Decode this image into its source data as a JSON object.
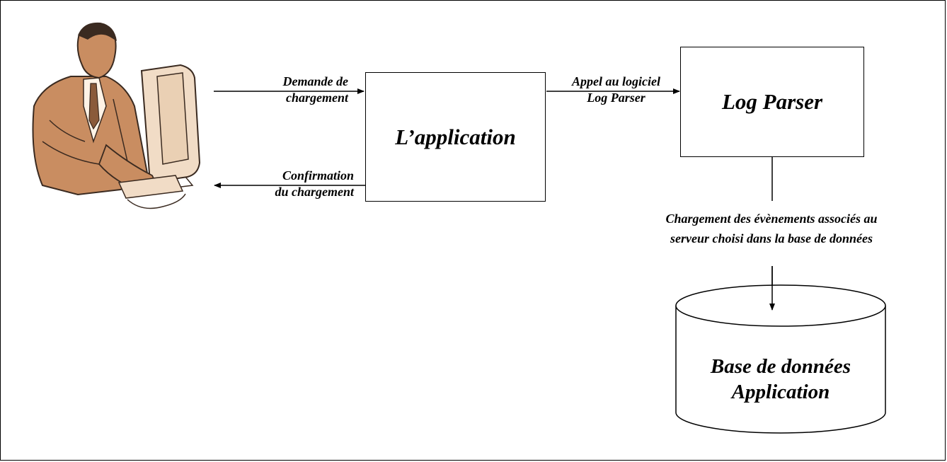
{
  "user": {
    "icon": "user-at-computer-icon"
  },
  "edges": {
    "request": {
      "line1": "Demande de",
      "line2": "chargement"
    },
    "confirmation": {
      "line1": "Confirmation",
      "line2": "du chargement"
    },
    "call": {
      "line1": "Appel au logiciel",
      "line2": "Log Parser"
    },
    "load": {
      "line1": "Chargement des évènements associés au",
      "line2": "serveur choisi dans la base de données"
    }
  },
  "nodes": {
    "application": {
      "label": "L’application"
    },
    "log_parser": {
      "label": "Log Parser"
    },
    "database": {
      "line1": "Base de données",
      "line2": "Application"
    }
  }
}
